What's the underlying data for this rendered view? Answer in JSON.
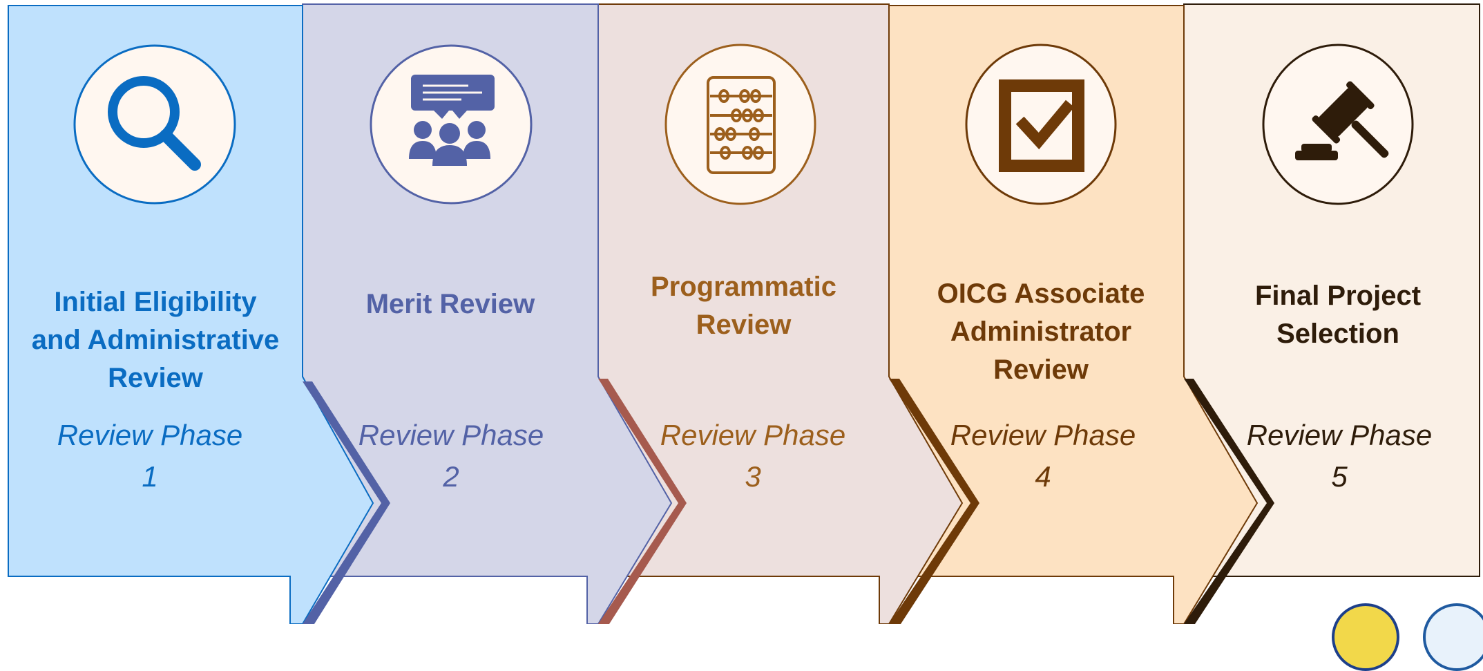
{
  "phases": [
    {
      "title_lines": [
        "Initial Eligibility",
        "and Administrative",
        "Review"
      ],
      "phase_label": "Review Phase",
      "phase_number": "1",
      "icon": "magnifying-glass-icon",
      "colors": {
        "fill": "#bfe1fd",
        "accent": "#0a6cc2",
        "text": "#0a6cc2"
      }
    },
    {
      "title_lines": [
        "Merit Review"
      ],
      "phase_label": "Review Phase",
      "phase_number": "2",
      "icon": "discussion-group-icon",
      "colors": {
        "fill": "#d4d6e8",
        "accent": "#5362a6",
        "text": "#5362a6"
      }
    },
    {
      "title_lines": [
        "Programmatic",
        "Review"
      ],
      "phase_label": "Review Phase",
      "phase_number": "3",
      "icon": "abacus-icon",
      "colors": {
        "fill": "#ede0de",
        "accent": "#a65a4e",
        "text": "#9c5f1c"
      }
    },
    {
      "title_lines": [
        "OICG Associate",
        "Administrator",
        "Review"
      ],
      "phase_label": "Review Phase",
      "phase_number": "4",
      "icon": "checkbox-icon",
      "colors": {
        "fill": "#fde2c2",
        "accent": "#6e3a08",
        "text": "#6e3a08"
      }
    },
    {
      "title_lines": [
        "Final Project",
        "Selection"
      ],
      "phase_label": "Review Phase",
      "phase_number": "5",
      "icon": "gavel-icon",
      "colors": {
        "fill": "#faf0e6",
        "accent": "#2e1c0a",
        "text": "#2e1c0a"
      }
    }
  ]
}
